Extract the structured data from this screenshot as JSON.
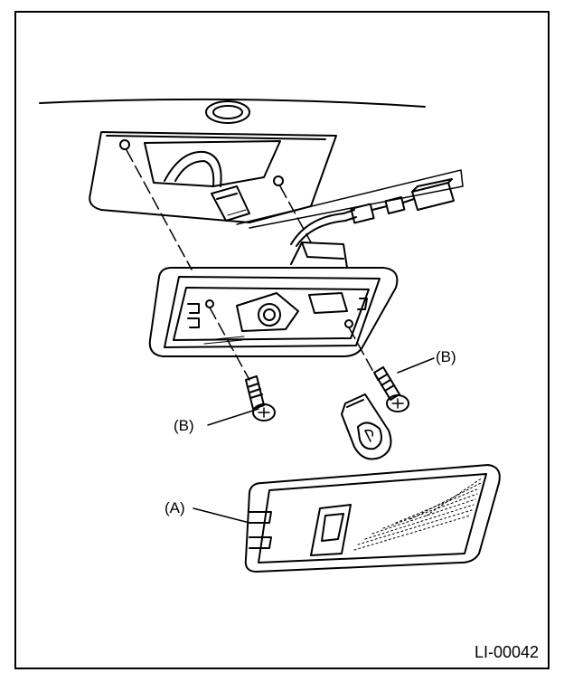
{
  "labels": {
    "lens": "(A)",
    "screw_left": "(B)",
    "screw_right": "(B)"
  },
  "figure_code": "LI-00042",
  "colors": {
    "line": "#000000",
    "background": "#ffffff"
  }
}
